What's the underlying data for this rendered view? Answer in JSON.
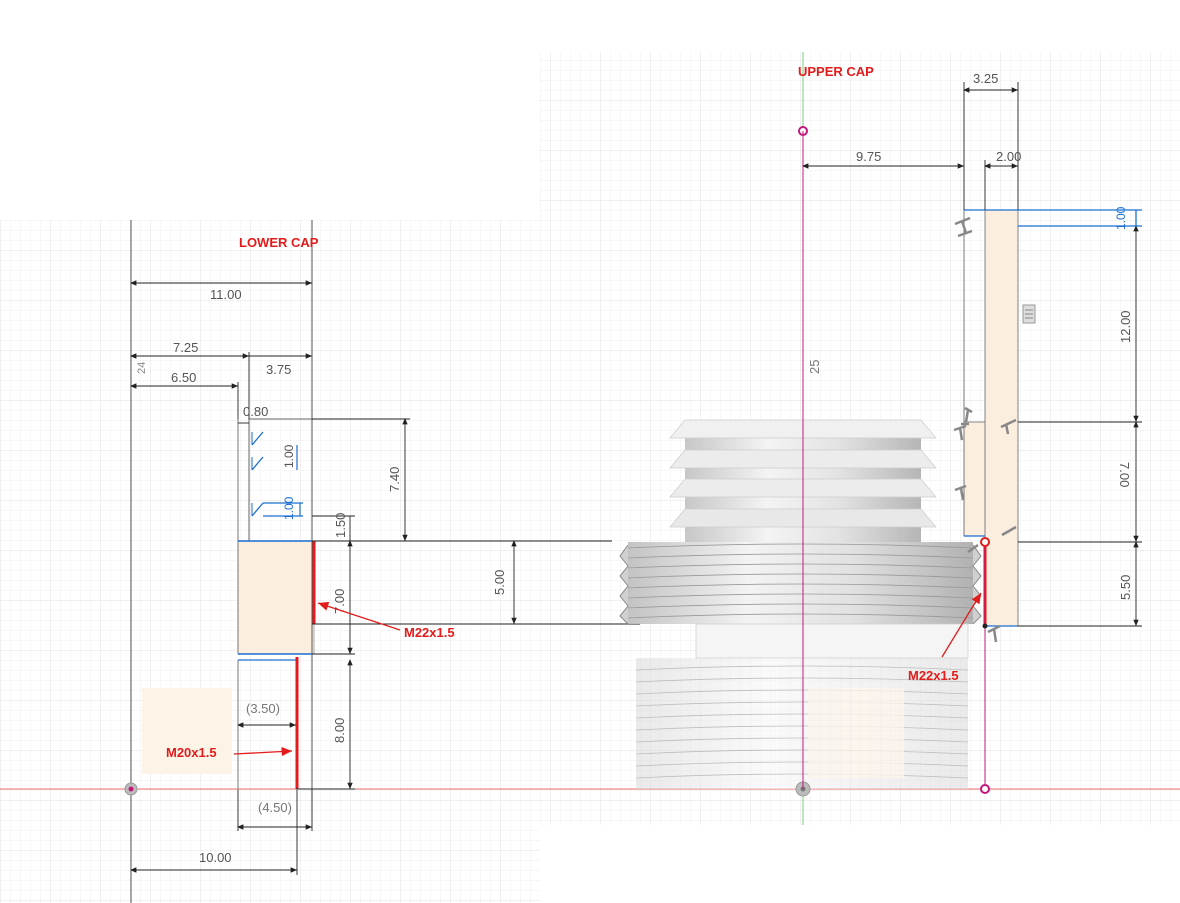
{
  "lower_cap": {
    "title": "LOWER CAP",
    "dims": {
      "d_11": "11.00",
      "d_725": "7.25",
      "d_650": "6.50",
      "d_375": "3.75",
      "d_080": "0.80",
      "d_100a": "1.00",
      "d_100b": "1.00",
      "d_740": "7.40",
      "d_150": "1.50",
      "d_500": "5.00",
      "d_700": "7.00",
      "d_800": "8.00",
      "d_350": "(3.50)",
      "d_450": "(4.50)",
      "d_1000": "10.00",
      "d_24": "24"
    },
    "thread_upper": "M22x1.5",
    "thread_lower": "M20x1.5"
  },
  "upper_cap": {
    "title": "UPPER CAP",
    "dims": {
      "d_325": "3.25",
      "d_975": "9.75",
      "d_200": "2.00",
      "d_100": "1.00",
      "d_1200": "12.00",
      "d_25": "25",
      "d_700": "7.00",
      "d_550": "5.50"
    },
    "thread": "M22x1.5"
  },
  "colors": {
    "grid": "#e6e6e6",
    "axis_x": "#e8696b",
    "axis_y": "#7bd07b",
    "red": "#e31b1b",
    "blue": "#1b6fd0",
    "profile_fill": "#fbeede",
    "dim_line": "#222222",
    "magenta": "#c2187a"
  }
}
